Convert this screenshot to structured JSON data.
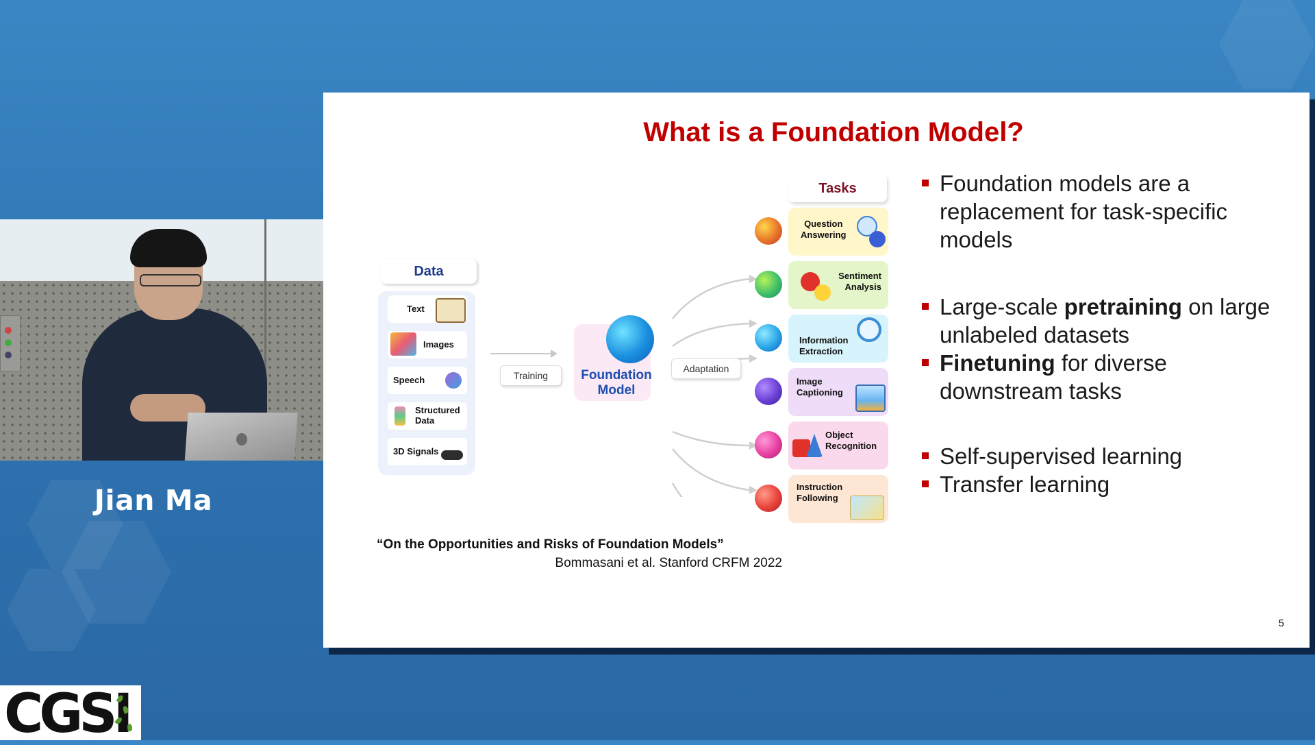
{
  "speaker": {
    "name": "Jian Ma"
  },
  "logo": {
    "text": "CGSI"
  },
  "slide": {
    "title": "What is a Foundation Model?",
    "page_number": "5",
    "bullets_group1": [
      {
        "text": "Foundation models are a replacement for task-specific models"
      }
    ],
    "bullets_group2": [
      {
        "pre": "Large-scale ",
        "bold": "pretraining",
        "post": " on large unlabeled datasets"
      },
      {
        "pre": "",
        "bold": "Finetuning",
        "post": " for diverse downstream tasks"
      }
    ],
    "bullets_group3": [
      {
        "text": "Self-supervised learning"
      },
      {
        "text": "Transfer learning"
      }
    ],
    "citation": {
      "title": "“On the Opportunities and Risks of Foundation Models”",
      "source": "Bommasani et al. Stanford CRFM 2022"
    },
    "diagram": {
      "data_header": "Data",
      "data_items": [
        "Text",
        "Images",
        "Speech",
        "Structured Data",
        "3D Signals"
      ],
      "training_label": "Training",
      "model_label_1": "Foundation",
      "model_label_2": "Model",
      "adaptation_label": "Adaptation",
      "tasks_header": "Tasks",
      "tasks": [
        {
          "line1": "Question",
          "line2": "Answering",
          "color": "#fff6c9"
        },
        {
          "line1": "Sentiment",
          "line2": "Analysis",
          "color": "#e4f6c9"
        },
        {
          "line1": "Information",
          "line2": "Extraction",
          "color": "#d7f3fb"
        },
        {
          "line1": "Image",
          "line2": "Captioning",
          "color": "#efdcf9"
        },
        {
          "line1": "Object",
          "line2": "Recognition",
          "color": "#fbd9ec"
        },
        {
          "line1": "Instruction",
          "line2": "Following",
          "color": "#fde7d4"
        }
      ]
    }
  },
  "colors": {
    "title_red": "#c00000",
    "background_blue": "#3480bf",
    "model_blue": "#1f4fae"
  }
}
